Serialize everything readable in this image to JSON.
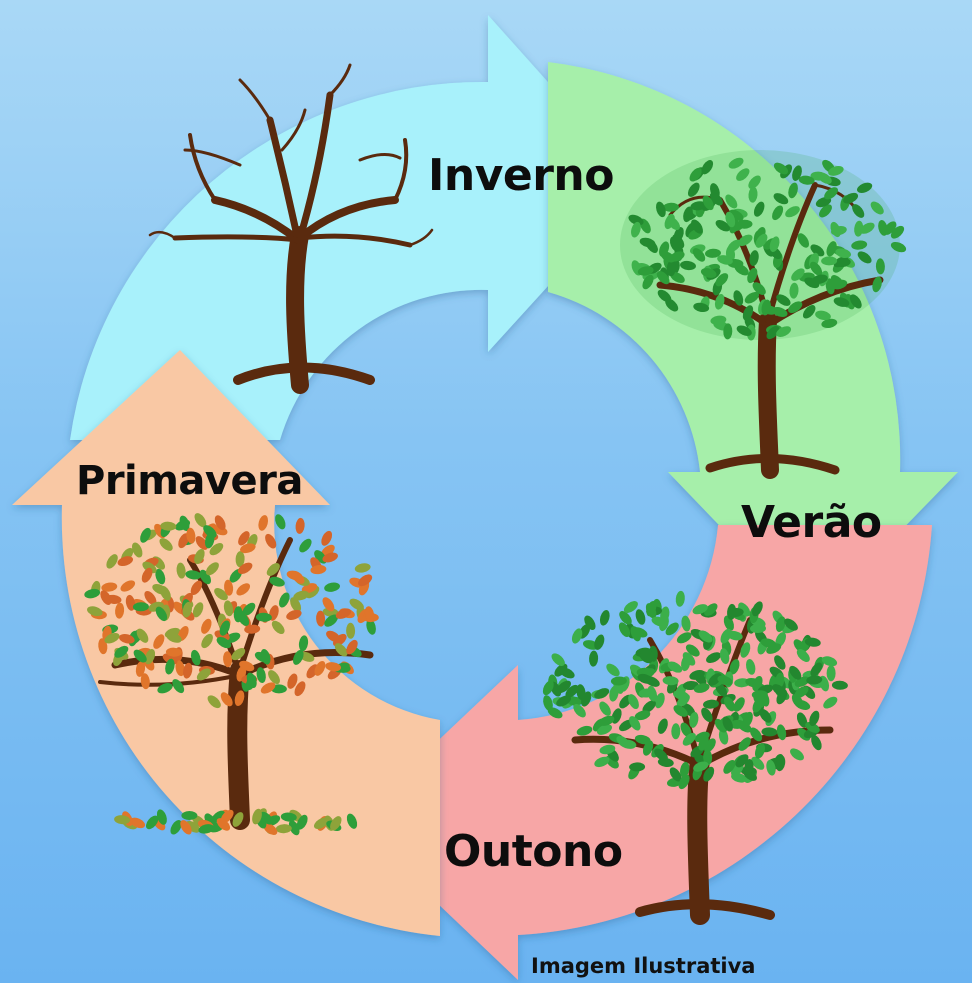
{
  "labels": {
    "inverno": "Inverno",
    "verao": "Verão",
    "outono": "Outono",
    "primavera": "Primavera"
  },
  "caption": "Imagem Ilustrativa",
  "colors": {
    "background": "#86c4f3",
    "inverno_arrow": "#a8f1fb",
    "verao_arrow": "#a6efaa",
    "outono_arrow": "#f7a6a6",
    "primavera_arrow": "#f9c8a4",
    "trunk": "#5a2a0e",
    "leaf_green": "#2e9e3a",
    "leaf_orange": "#e0752b",
    "leaf_olive": "#8ea33a"
  },
  "icons": [
    "bare-tree-icon",
    "green-tree-icon",
    "full-green-tree-icon",
    "autumn-tree-icon"
  ]
}
